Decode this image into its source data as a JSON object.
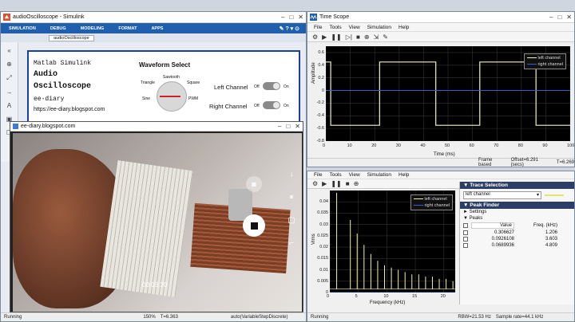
{
  "simulink": {
    "title": "audioOscilloscope - Simulink",
    "ribbon": [
      "SIMULATION",
      "DEBUG",
      "MODELING",
      "FORMAT",
      "APPS"
    ],
    "tab": "audioOscilloscope",
    "panel": {
      "line1": "Matlab Simulink",
      "line2": "Audio",
      "line3": "Oscilloscope",
      "line4": "ee-diary",
      "link": "https://ee-diary.blogspot.com",
      "wave_title": "Waveform Select",
      "wave_labels": {
        "sawtooth": "Sawtooth",
        "triangle": "Triangle",
        "square": "Square",
        "sine": "Sine",
        "pwm": "PWM"
      },
      "left_channel": "Left Channel",
      "right_channel": "Right Channel",
      "off": "Off",
      "on": "On"
    },
    "status": {
      "state": "Running",
      "zoom": "150%",
      "time": "T=6.363",
      "solver": "auto(VariableStepDiscrete)"
    }
  },
  "video": {
    "title": "ee-diary.blogspot.com",
    "timestamp": "00:03:20"
  },
  "timescope": {
    "title": "Time Scope",
    "menu": [
      "File",
      "Tools",
      "View",
      "Simulation",
      "Help"
    ],
    "y_ticks": [
      "0.6",
      "0.4",
      "0.2",
      "0",
      "-0.2",
      "-0.4",
      "-0.6",
      "-0.8"
    ],
    "x_ticks": [
      "0",
      "10",
      "20",
      "30",
      "40",
      "50",
      "60",
      "70",
      "80",
      "90",
      "100"
    ],
    "xlabel": "Time (ms)",
    "ylabel": "Amplitude",
    "legend": [
      "left channel",
      "right channel"
    ],
    "status": {
      "state": "Frame based",
      "offset": "Offset=6.291 (secs)",
      "time": "T=6.269"
    }
  },
  "spectrum": {
    "menu": [
      "File",
      "Tools",
      "View",
      "Simulation",
      "Help"
    ],
    "y_ticks": [
      "0.04",
      "0.035",
      "0.03",
      "0.025",
      "0.02",
      "0.015",
      "0.01",
      "0.005",
      "0"
    ],
    "x_ticks": [
      "0",
      "5",
      "10",
      "15",
      "20"
    ],
    "xlabel": "Frequency (kHz)",
    "ylabel": "Vrms",
    "legend": [
      "left channel",
      "right channel"
    ],
    "status": {
      "state": "Running",
      "rbw": "RBW=21.53 Hz",
      "rate": "Sample rate=44.1 kHz"
    }
  },
  "trace_panel": {
    "trace_title": "Trace Selection",
    "selected": "left channel",
    "peak_title": "Peak Finder",
    "settings": "Settings",
    "peaks": "Peaks",
    "col_value": "Value",
    "col_freq": "Freq. (kHz)",
    "rows": [
      {
        "value": "0.306627",
        "freq": "1.206"
      },
      {
        "value": "0.0926108",
        "freq": "3.603"
      },
      {
        "value": "0.0689936",
        "freq": "4.809"
      }
    ]
  },
  "chart_data": [
    {
      "type": "line",
      "title": "",
      "xlabel": "Time (ms)",
      "ylabel": "Amplitude",
      "xlim": [
        0,
        100
      ],
      "ylim": [
        -0.8,
        0.7
      ],
      "series": [
        {
          "name": "left channel",
          "x": [
            0,
            2,
            2,
            22,
            22,
            45,
            45,
            63,
            63,
            86,
            86,
            100
          ],
          "y": [
            0.45,
            0.45,
            -0.55,
            -0.55,
            0.45,
            0.45,
            -0.55,
            -0.55,
            0.45,
            0.45,
            -0.55,
            -0.55
          ]
        },
        {
          "name": "right channel",
          "x": [
            0,
            100
          ],
          "y": [
            0,
            0
          ]
        }
      ],
      "colors": [
        "#f2f2c0",
        "#3b5bd6"
      ]
    },
    {
      "type": "line",
      "title": "",
      "xlabel": "Frequency (kHz)",
      "ylabel": "Vrms",
      "xlim": [
        0,
        22
      ],
      "ylim": [
        0,
        0.045
      ],
      "series": [
        {
          "name": "left channel",
          "x": [
            1.2,
            3.6,
            4.8,
            6.0,
            7.2,
            8.4,
            9.6,
            10.8,
            12.0,
            13.2,
            14.4,
            15.6,
            16.8,
            18.0,
            19.2,
            20.4,
            21.6
          ],
          "y": [
            0.044,
            0.032,
            0.026,
            0.021,
            0.017,
            0.014,
            0.012,
            0.011,
            0.01,
            0.009,
            0.008,
            0.008,
            0.007,
            0.007,
            0.006,
            0.006,
            0.005
          ]
        },
        {
          "name": "right channel",
          "x": [
            0,
            22
          ],
          "y": [
            0,
            0
          ]
        }
      ],
      "colors": [
        "#f2f2a0",
        "#3b5bd6"
      ]
    }
  ]
}
